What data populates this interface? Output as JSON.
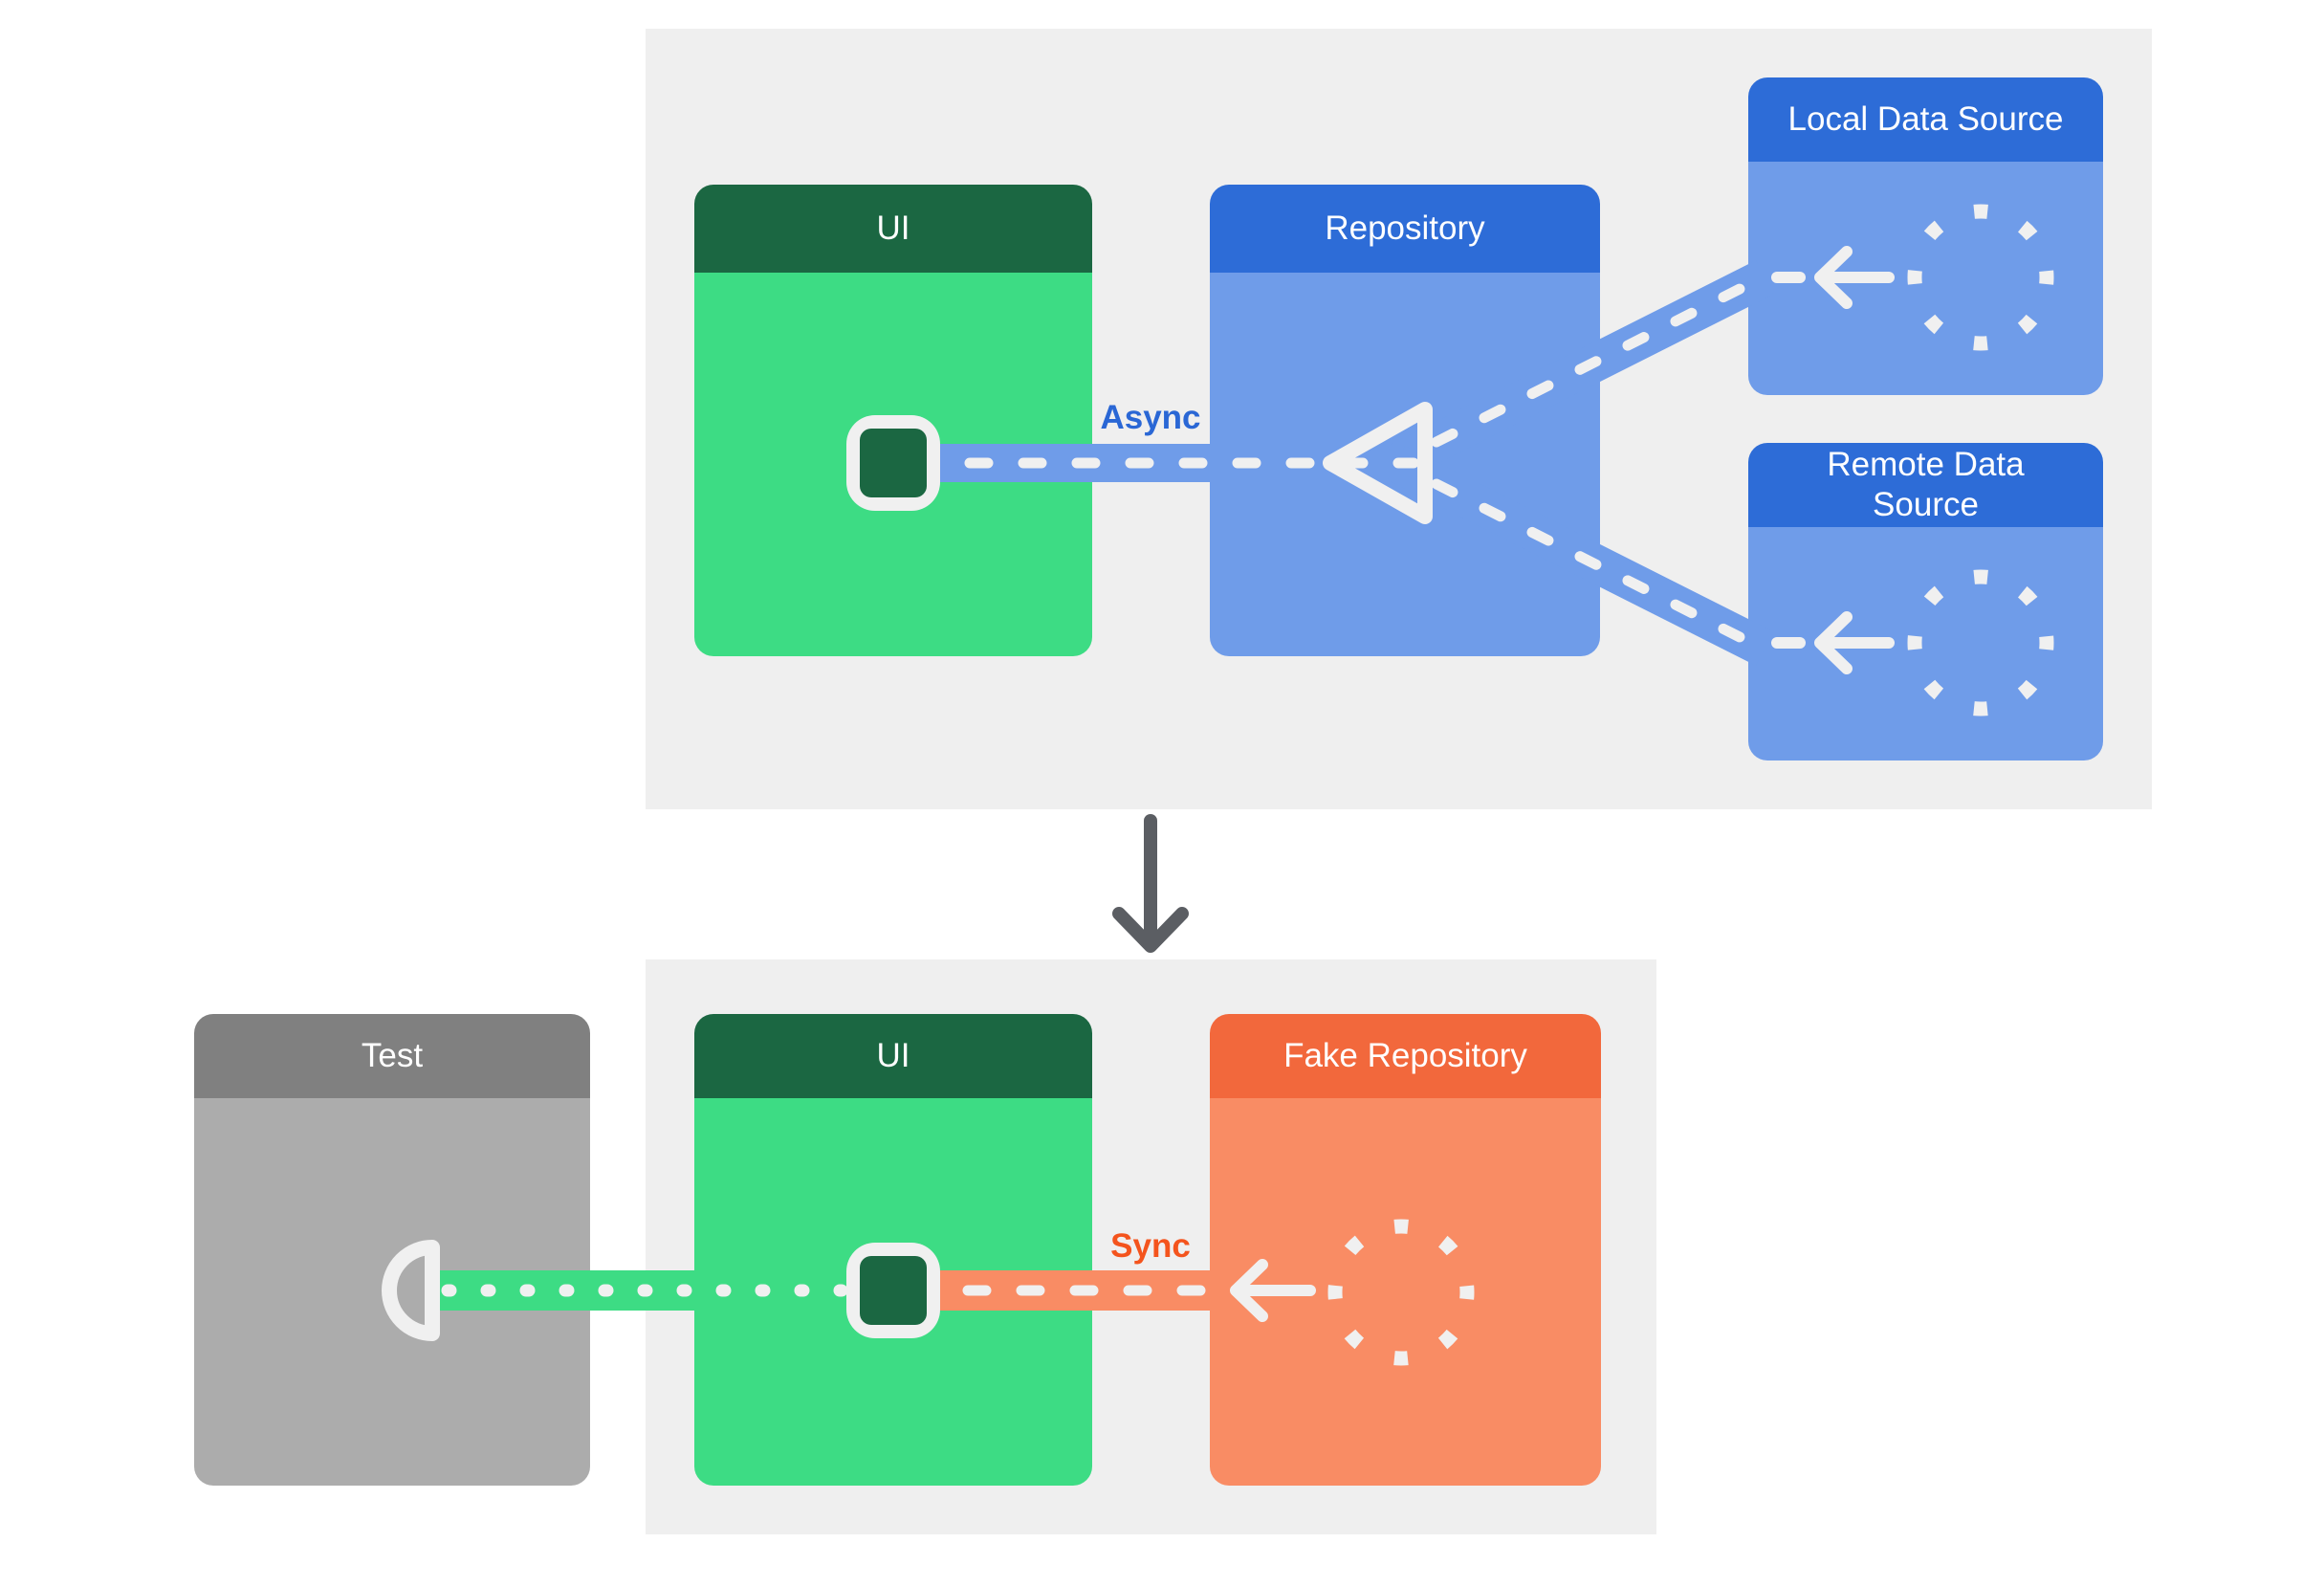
{
  "colors": {
    "page_bg": "#ffffff",
    "panel_bg": "#efefef",
    "green_header": "#1b6742",
    "green_body": "#3ddc84",
    "blue_header": "#2d6cd7",
    "blue_body": "#6f9ce9",
    "orange_header": "#f2683c",
    "orange_body": "#f98c64",
    "gray_header": "#808080",
    "gray_body": "#acacac",
    "connector_white": "#f0f0f0",
    "async_label_color": "#2a67d5",
    "sync_label_color": "#f4541d",
    "down_arrow_color": "#5b5e63"
  },
  "top_section": {
    "ui_box_label": "UI",
    "repository_box_label": "Repository",
    "local_data_source_label": "Local Data Source",
    "remote_data_source_label": "Remote Data Source",
    "async_label": "Async"
  },
  "bottom_section": {
    "test_box_label": "Test",
    "ui_box_label": "UI",
    "fake_repository_box_label": "Fake Repository",
    "sync_label": "Sync"
  }
}
